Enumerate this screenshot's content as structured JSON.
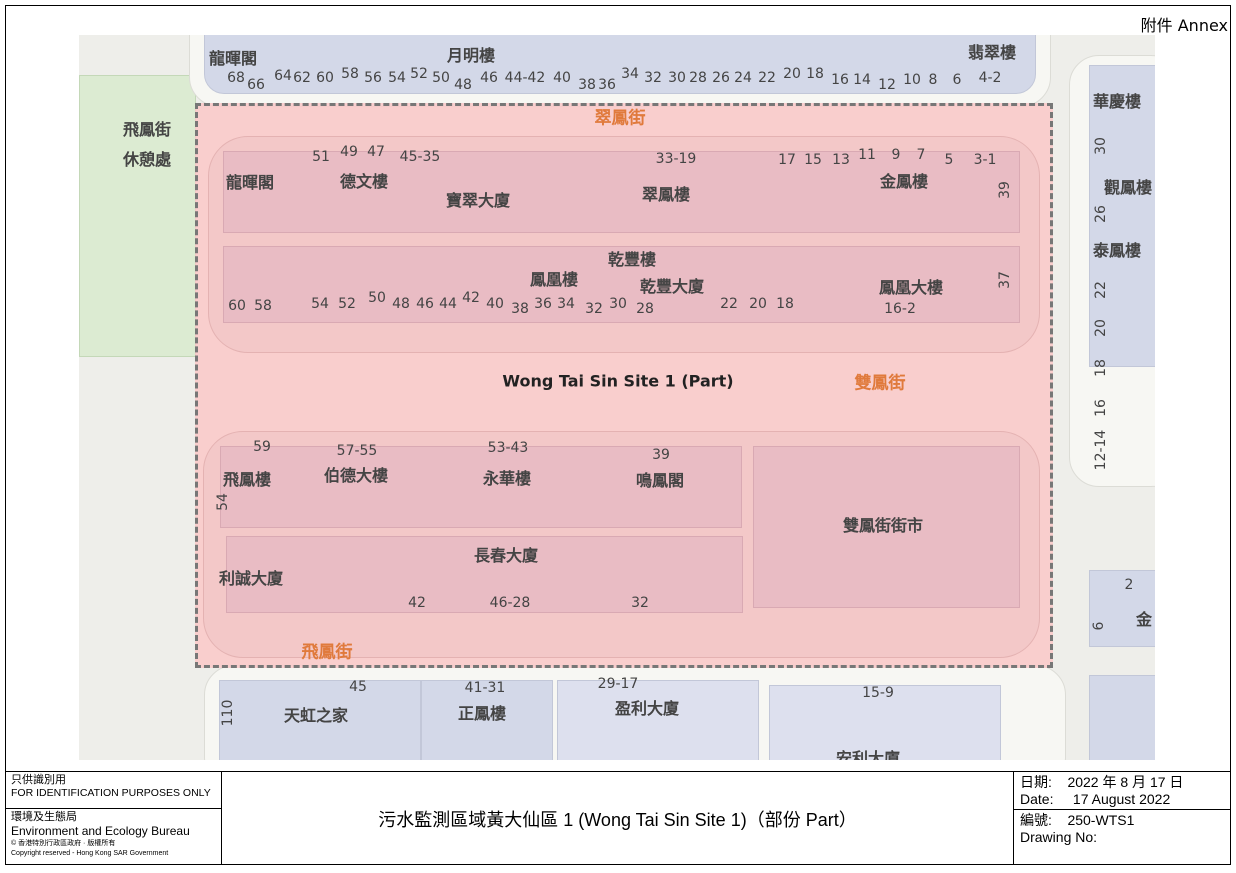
{
  "annex": "附件 Annex",
  "site_label": "Wong Tai Sin Site 1 (Part)",
  "colors": {
    "site_fill": "#f9c8c8",
    "site_border": "#777777",
    "street_label": "#e07a3c",
    "buildings": "#d3d8e8",
    "park": "#dcebd2"
  },
  "streets": [
    "翠鳳街",
    "雙鳳街",
    "飛鳳街",
    "飛鳳街"
  ],
  "park": [
    "休憩處"
  ],
  "top_row": {
    "names": [
      "龍暉閣",
      "月明樓",
      "翡翠樓"
    ],
    "numbers": [
      "68",
      "66",
      "64",
      "62",
      "60",
      "58",
      "56",
      "54",
      "52",
      "50",
      "48",
      "46",
      "44-42",
      "40",
      "38",
      "36",
      "34",
      "32",
      "30",
      "28",
      "26",
      "24",
      "22",
      "20",
      "18",
      "16",
      "14",
      "12",
      "10",
      "8",
      "6",
      "4-2"
    ]
  },
  "block1": {
    "names": [
      "龍暉閣",
      "德文樓",
      "寶翠大廈",
      "翠鳳樓",
      "金鳳樓"
    ],
    "numbers": [
      "51",
      "49",
      "47",
      "45-35",
      "33-19",
      "17",
      "15",
      "13",
      "11",
      "9",
      "7",
      "5",
      "3-1",
      "39"
    ]
  },
  "block2": {
    "names": [
      "乾豐樓",
      "鳳凰樓",
      "乾豐大廈",
      "鳳凰大樓"
    ],
    "numbers": [
      "60",
      "58",
      "54",
      "52",
      "50",
      "48",
      "46",
      "44",
      "42",
      "40",
      "38",
      "36",
      "34",
      "32",
      "30",
      "28",
      "22",
      "20",
      "18",
      "16-2",
      "37"
    ]
  },
  "block3": {
    "names": [
      "飛鳳樓",
      "伯德大樓",
      "永華樓",
      "鳴鳳閣",
      "雙鳳街街市",
      "長春大廈",
      "利誠大廈"
    ],
    "numbers": [
      "59",
      "57-55",
      "53-43",
      "39",
      "54",
      "42",
      "46-28",
      "32"
    ]
  },
  "bottom_row": {
    "names": [
      "天虹之家",
      "正鳳樓",
      "盈利大廈",
      "安利大廈"
    ],
    "numbers": [
      "45",
      "41-31",
      "29-17",
      "15-9",
      "110"
    ]
  },
  "right_col": {
    "names": [
      "華慶樓",
      "觀鳳樓",
      "泰鳳樓",
      "金"
    ],
    "numbers": [
      "30",
      "26",
      "22",
      "20",
      "18",
      "16",
      "12-14",
      "2",
      "6"
    ]
  },
  "footer": {
    "id_cn": "只供識別用",
    "id_en": "FOR IDENTIFICATION PURPOSES ONLY",
    "bureau_cn": "環境及生態局",
    "bureau_en": "Environment and Ecology Bureau",
    "copyright_cn": "© 香港特別行政區政府 · 版權所有",
    "copyright_en": "Copyright reserved - Hong Kong SAR Government",
    "title": "污水監測區域黃大仙區 1 (Wong Tai Sin Site 1)（部份 Part）",
    "date_label_cn": "日期:",
    "date_cn": "2022 年 8 月 17 日",
    "date_label_en": "Date:",
    "date_en": "17 August 2022",
    "drawing_label_cn": "編號:",
    "drawing_no": "250-WTS1",
    "drawing_label_en": "Drawing No:"
  }
}
